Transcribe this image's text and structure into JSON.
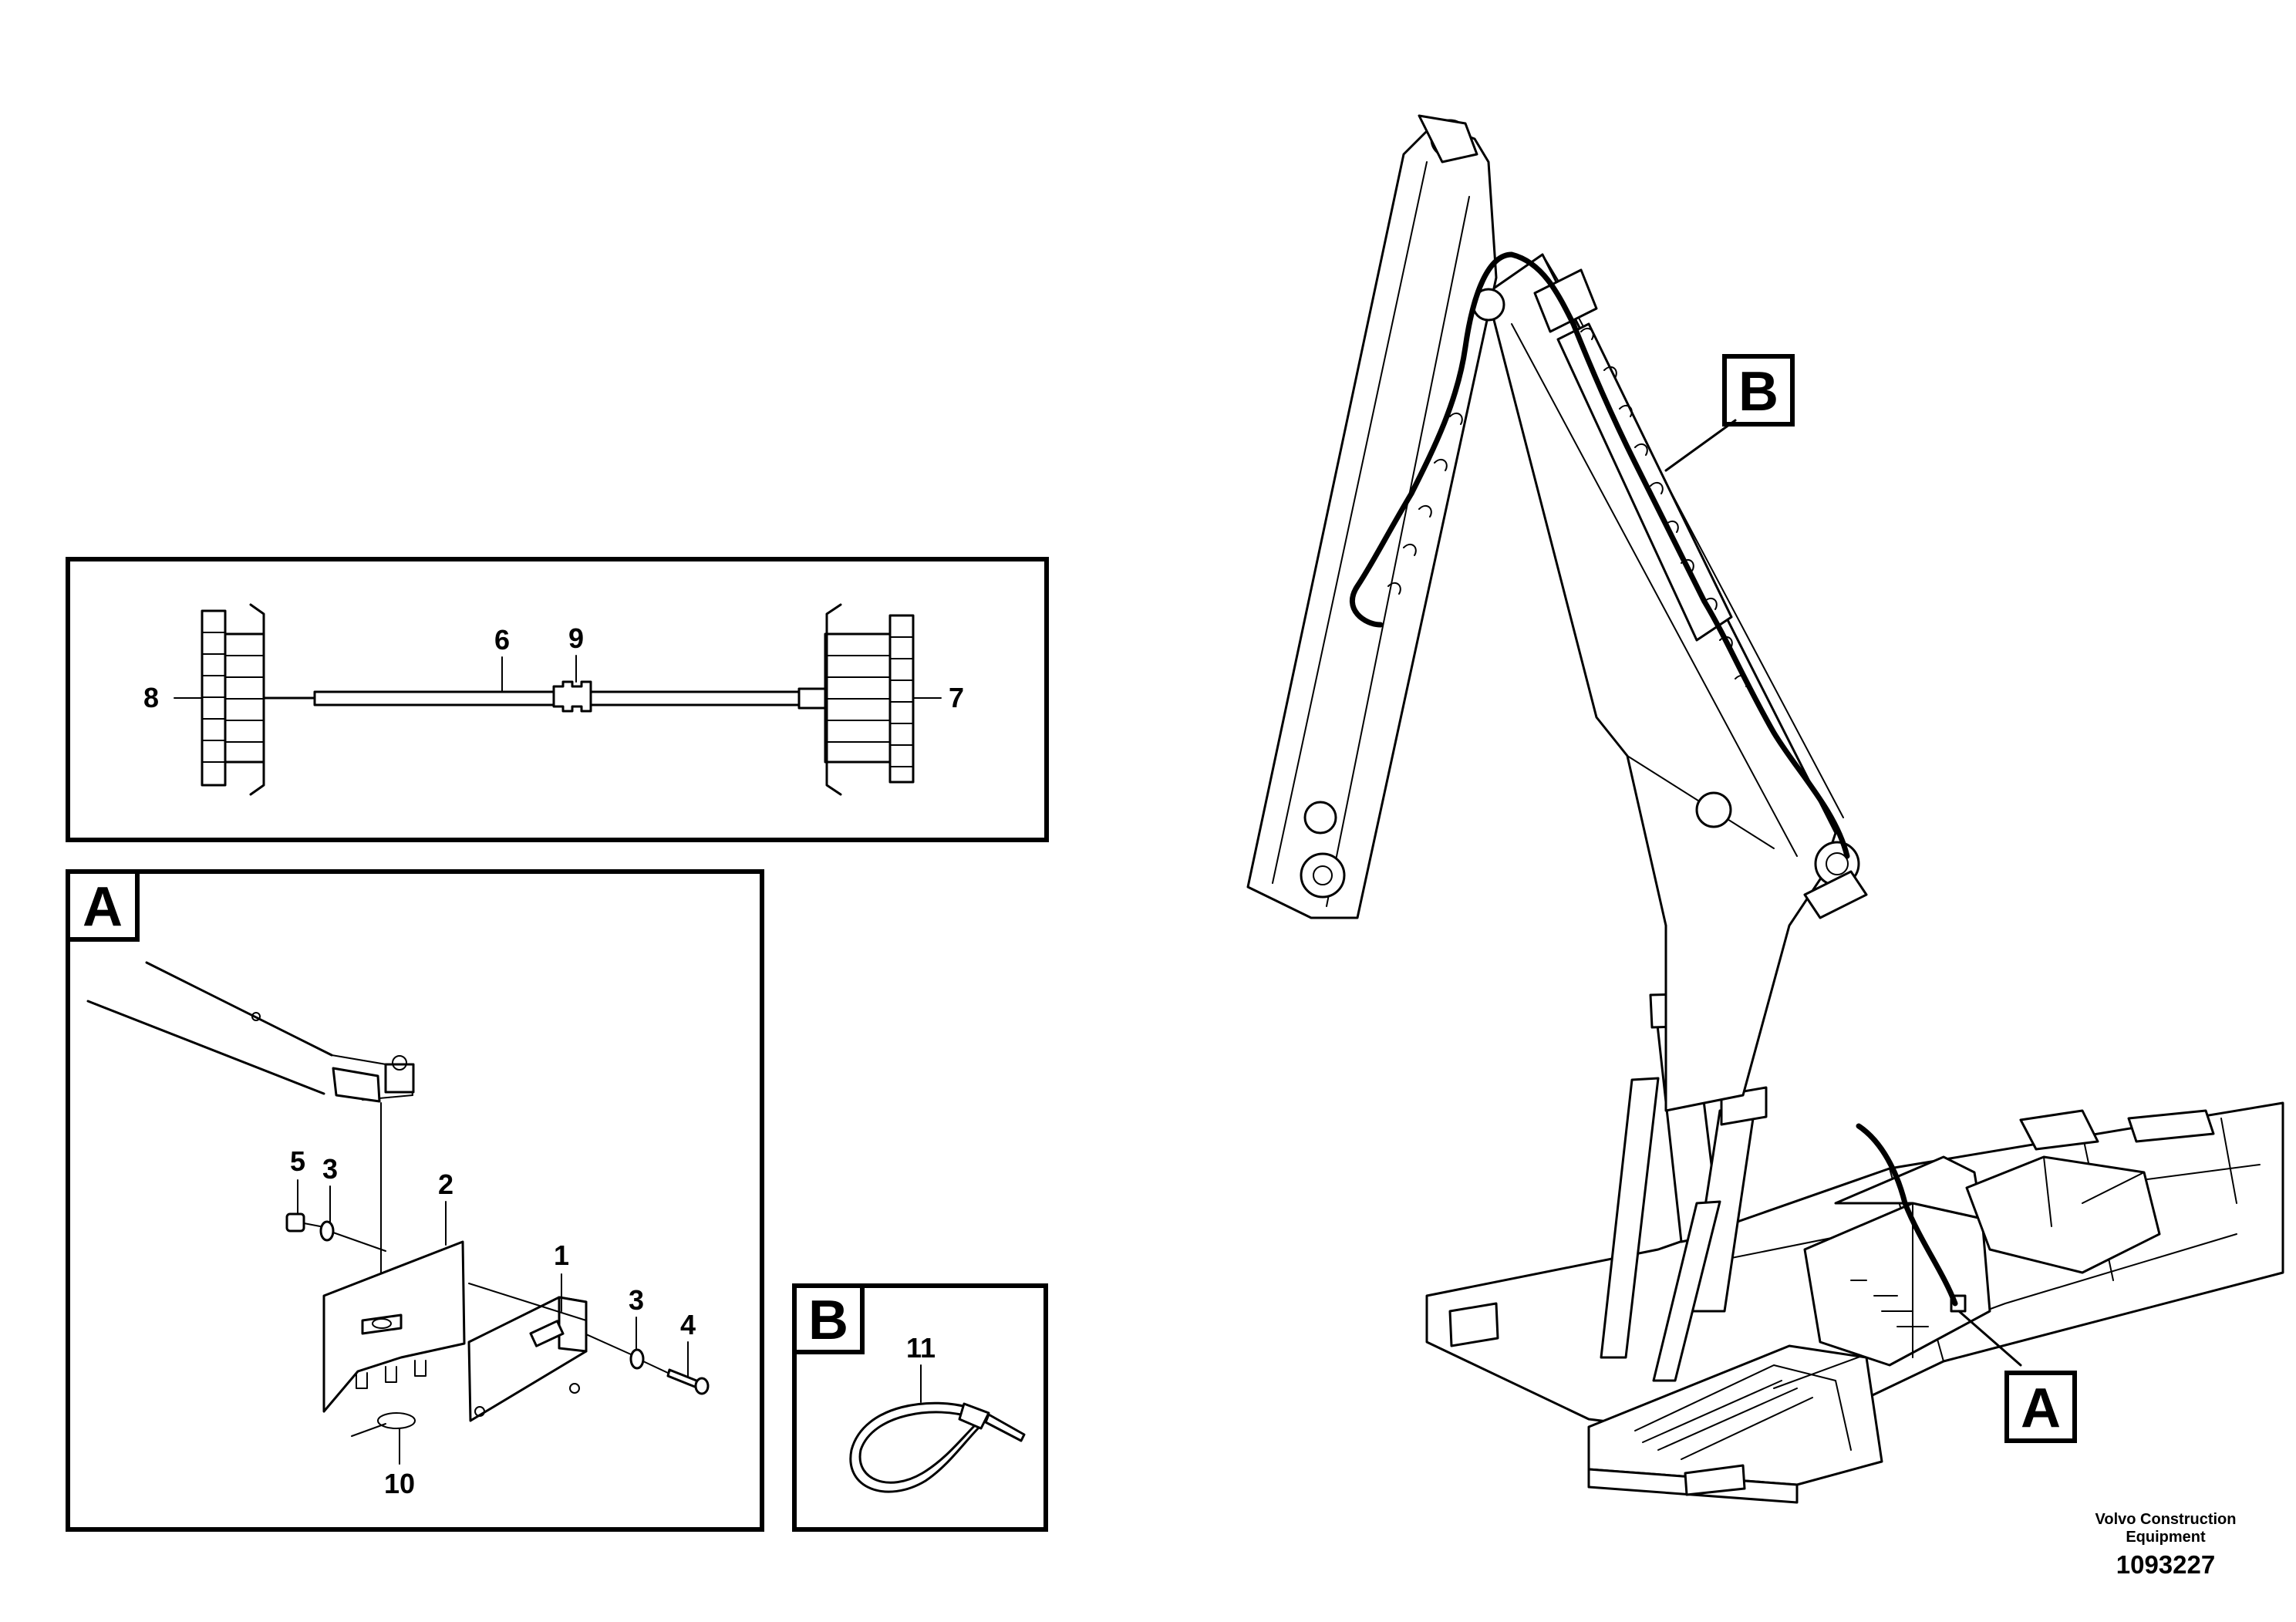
{
  "figure": {
    "detail_labels": {
      "detail_a": "A",
      "detail_b": "B"
    },
    "callouts": {
      "p1": "1",
      "p2": "2",
      "p3a": "3",
      "p3b": "3",
      "p4": "4",
      "p5": "5",
      "p6": "6",
      "p7": "7",
      "p8": "8",
      "p9": "9",
      "p10": "10",
      "p11": "11"
    },
    "pointer_labels": {
      "pointer_a": "A",
      "pointer_b": "B"
    },
    "footer": {
      "company_line1": "Volvo Construction",
      "company_line2": "Equipment",
      "illustration_number": "1093227"
    }
  }
}
